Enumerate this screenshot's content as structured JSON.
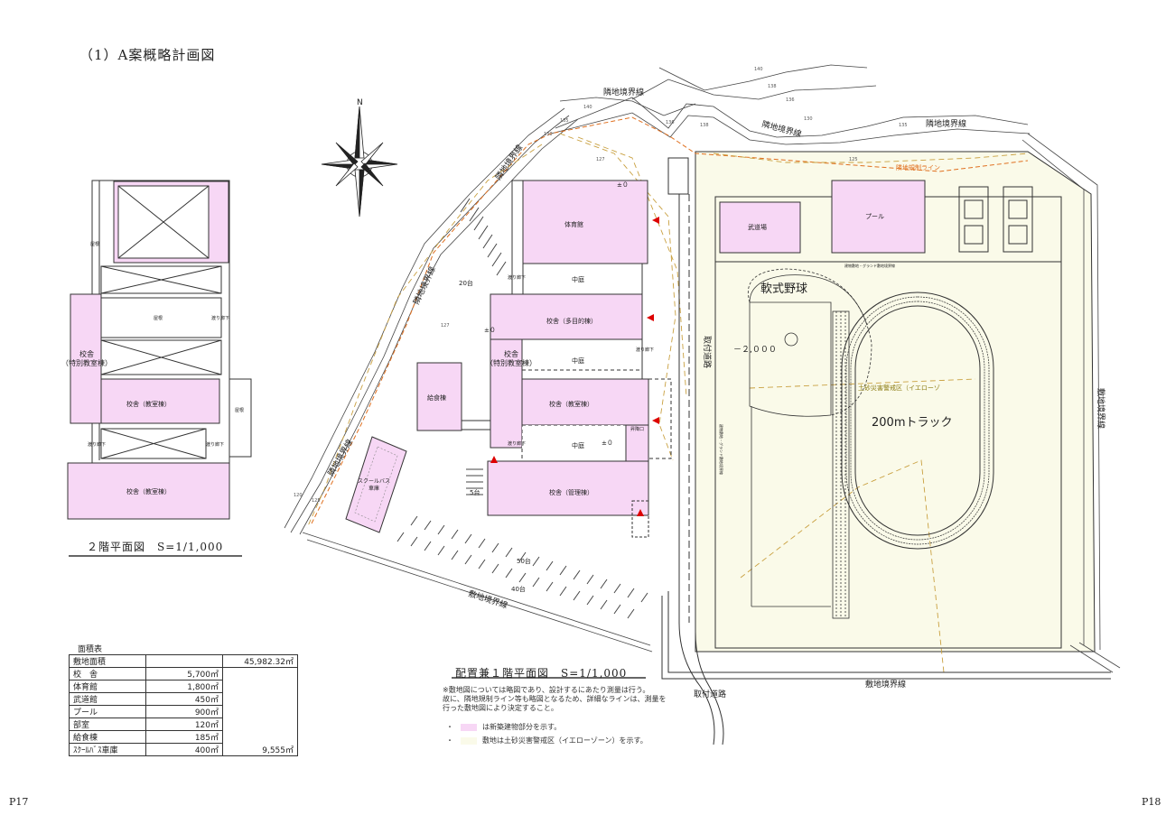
{
  "page": {
    "title": "（1）A案概略計画図",
    "page_left": "P17",
    "page_right": "P18",
    "colors": {
      "new_building": "#f7d7f5",
      "yellow_zone": "#fafae9",
      "hazard_line": "#d2a24a",
      "boundary_dash": "#e07020",
      "arrow": "#dd0000"
    }
  },
  "floor2": {
    "caption": "２階平面図　S=1/1,000",
    "labels": {
      "roof": "屋根",
      "corridor": "渡り廊下",
      "school_special": "校舎\n（特別教室棟）",
      "school_class": "校舎（教室棟）"
    }
  },
  "site": {
    "caption": "配置兼１階平面図　S=1/1,000",
    "boundaries": {
      "neighbor": "隣地境界線",
      "site": "敷地境界線",
      "regulation": "隣地規制ライン"
    },
    "roads": {
      "access": "取付道路"
    },
    "buildings": {
      "gym": "体育館",
      "courtyard": "中庭",
      "multi": "校舎（多目的棟）",
      "special": "校舎\n（特別教室棟）",
      "classroom": "校舎（教室棟）",
      "admin": "校舎（管理棟）",
      "lunch": "給食棟",
      "bus_garage": "スクールバス\n車庫",
      "budo": "武道場",
      "pool": "プール",
      "corridor": "渡り廊下",
      "entrance": "昇降口"
    },
    "field": {
      "baseball": "軟式野球",
      "track": "200mトラック",
      "hazard_zone": "土砂災害警戒区（イエローゾ",
      "ground_level": "建物敷地・グランド敷地境界線",
      "ground_level_vertical": "建物敷地・グランド敷地境界線"
    },
    "levels": {
      "zero": "±０",
      "minus": "－２,０００"
    },
    "parking": {
      "p20": "20台",
      "p50": "50台",
      "p40": "40台",
      "p5": "5台"
    },
    "contours": {
      "c120": "120",
      "c125": "125",
      "c127": "127",
      "c128": "128",
      "c135": "135",
      "c136": "136",
      "c138": "138",
      "c140": "140",
      "c130": "130"
    },
    "compass": {
      "north": "N"
    }
  },
  "area_table": {
    "title": "面積表",
    "rows": [
      {
        "name": "敷地面積",
        "value": "",
        "total": "45,982.32㎡"
      },
      {
        "name": "校　舎",
        "value": "5,700㎡",
        "total": ""
      },
      {
        "name": "体育館",
        "value": "1,800㎡",
        "total": ""
      },
      {
        "name": "武道館",
        "value": "450㎡",
        "total": ""
      },
      {
        "name": "プール",
        "value": "900㎡",
        "total": ""
      },
      {
        "name": "部室",
        "value": "120㎡",
        "total": ""
      },
      {
        "name": "給食棟",
        "value": "185㎡",
        "total": ""
      },
      {
        "name": "ｽｸｰﾙﾊﾞｽ車庫",
        "value": "400㎡",
        "total": "9,555㎡"
      }
    ]
  },
  "notes": {
    "main": "※敷地図については略図であり、設計するにあたり測量は行う。\n故に、隣地規制ライン等も略図となるため、詳細なラインは、測量を行った敷地図により決定すること。",
    "legend_pink": "は新築建物部分を示す。",
    "legend_yellow": "敷地は土砂災害警戒区（イエローゾーン）を示す。"
  }
}
